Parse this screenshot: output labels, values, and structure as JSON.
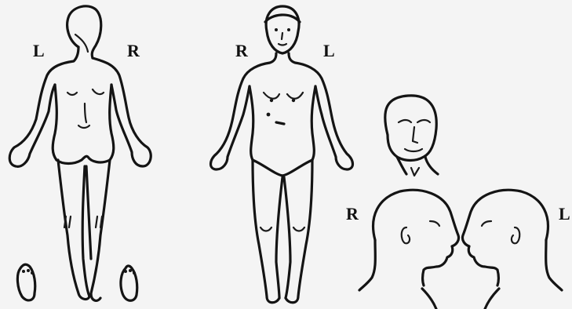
{
  "labels": {
    "back_left": "L",
    "back_right": "R",
    "front_right": "R",
    "front_left": "L",
    "profile_right": "R",
    "profile_left": "L"
  },
  "colors": {
    "ink": "#141414",
    "paper": "#f4f4f4"
  }
}
